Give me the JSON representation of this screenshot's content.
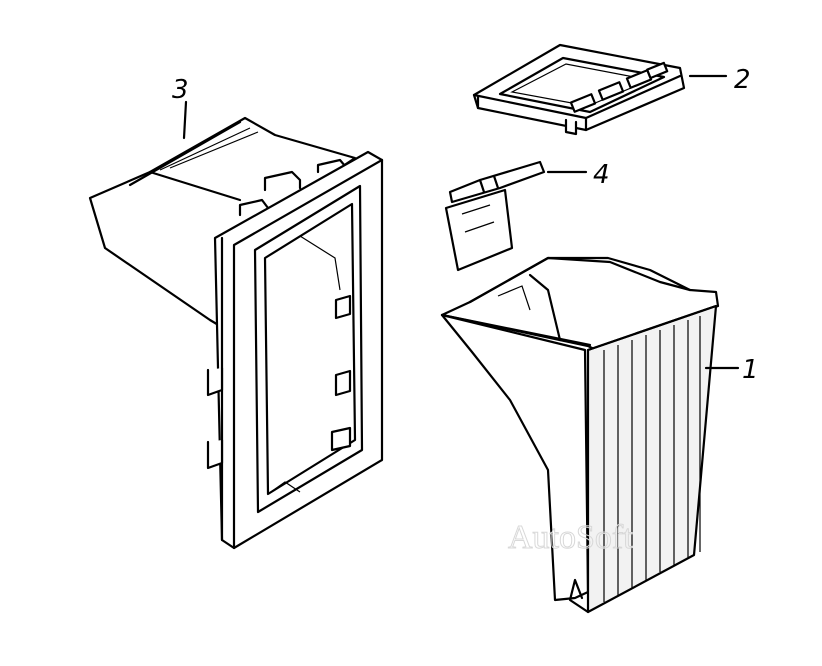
{
  "callouts": [
    {
      "id": "1",
      "label": "1"
    },
    {
      "id": "2",
      "label": "2"
    },
    {
      "id": "3",
      "label": "3"
    },
    {
      "id": "4",
      "label": "4"
    }
  ],
  "watermark": "AutoSoft",
  "colors": {
    "line": "#000000",
    "background": "#ffffff",
    "watermark": "#d8d8d8"
  }
}
